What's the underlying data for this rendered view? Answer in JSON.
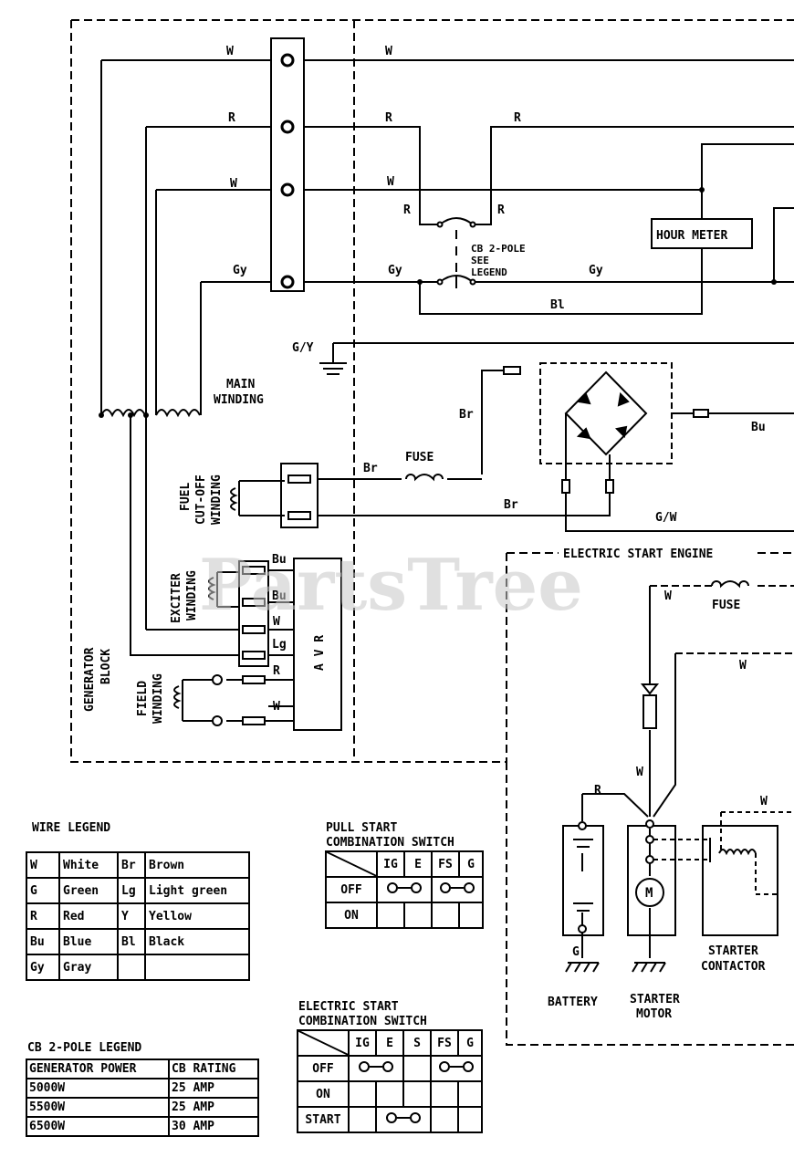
{
  "watermark": "PartsTree",
  "labels": {
    "w1": "W",
    "w2": "W",
    "r1": "R",
    "r2": "R",
    "r3": "R",
    "w3": "W",
    "w4": "W",
    "r_cb_left": "R",
    "r_cb_right": "R",
    "gy1": "Gy",
    "gy2": "Gy",
    "gy3": "Gy",
    "bl": "Bl",
    "gy_ground": "G/Y",
    "br1": "Br",
    "br2": "Br",
    "br3": "Br",
    "bu_rect": "Bu",
    "gw": "G/W",
    "fuse1": "FUSE",
    "fuse2": "FUSE",
    "w_fuse": "W",
    "w_lower": "W",
    "w_starter": "W",
    "r_batt": "R",
    "w_contact": "W",
    "g_batt": "G",
    "hour_meter": "HOUR METER",
    "cb_note_1": "CB 2-POLE",
    "cb_note_2": "SEE",
    "cb_note_3": "LEGEND",
    "main_winding_1": "MAIN",
    "main_winding_2": "WINDING",
    "fuel_cutoff_1": "FUEL",
    "fuel_cutoff_2": "CUT-OFF",
    "fuel_cutoff_3": "WINDING",
    "exciter_1": "EXCITER",
    "exciter_2": "WINDING",
    "field_1": "FIELD",
    "field_2": "WINDING",
    "generator_block_1": "GENERATOR",
    "generator_block_2": "BLOCK",
    "avr": "A V R",
    "avr_bu1": "Bu",
    "avr_bu2": "Bu",
    "avr_w": "W",
    "avr_lg": "Lg",
    "avr_r": "R",
    "avr_w2": "W",
    "electric_start_engine": "ELECTRIC START ENGINE",
    "battery": "BATTERY",
    "starter_motor_1": "STARTER",
    "starter_motor_2": "MOTOR",
    "starter_contactor_1": "STARTER",
    "starter_contactor_2": "CONTACTOR",
    "motor": "M"
  },
  "wire_legend": {
    "title": "WIRE LEGEND",
    "rows": [
      [
        "W",
        "White",
        "Br",
        "Brown"
      ],
      [
        "G",
        "Green",
        "Lg",
        "Light green"
      ],
      [
        "R",
        "Red",
        "Y",
        "Yellow"
      ],
      [
        "Bu",
        "Blue",
        "Bl",
        "Black"
      ],
      [
        "Gy",
        "Gray",
        "",
        ""
      ]
    ]
  },
  "cb_legend": {
    "title": "CB 2-POLE LEGEND",
    "headers": [
      "GENERATOR POWER",
      "CB RATING"
    ],
    "rows": [
      [
        "5000W",
        "25 AMP"
      ],
      [
        "5500W",
        "25 AMP"
      ],
      [
        "6500W",
        "30 AMP"
      ]
    ]
  },
  "pull_start": {
    "title_1": "PULL START",
    "title_2": "COMBINATION SWITCH",
    "headers": [
      "IG",
      "E",
      "FS",
      "G"
    ],
    "rows": [
      "OFF",
      "ON"
    ]
  },
  "electric_start": {
    "title_1": "ELECTRIC START",
    "title_2": "COMBINATION SWITCH",
    "headers": [
      "IG",
      "E",
      "S",
      "FS",
      "G"
    ],
    "rows": [
      "OFF",
      "ON",
      "START"
    ]
  }
}
